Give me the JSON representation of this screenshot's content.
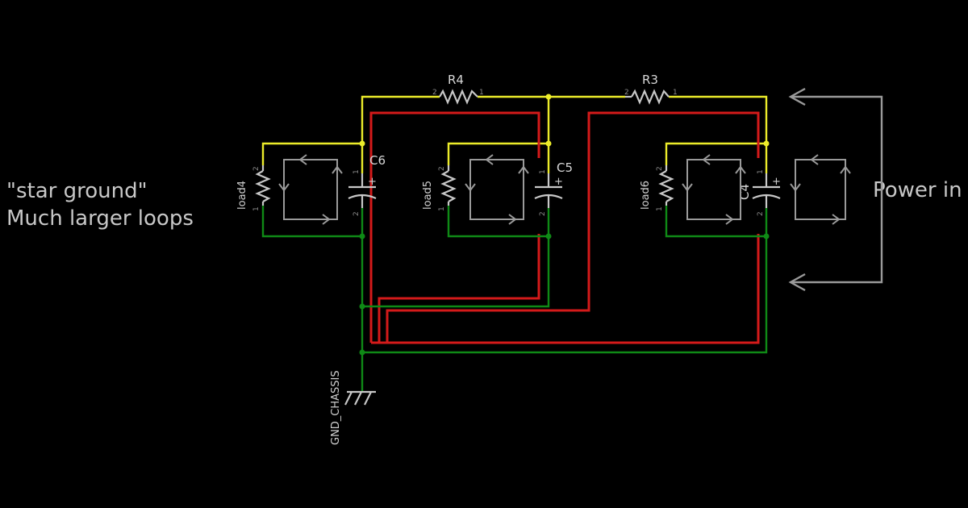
{
  "annotations": {
    "line1": "\"star ground\"",
    "line2": "Much larger loops",
    "power_in": "Power in"
  },
  "components": {
    "r4": {
      "name": "R4",
      "pin_a": "2",
      "pin_b": "1"
    },
    "r3": {
      "name": "R3",
      "pin_a": "2",
      "pin_b": "1"
    },
    "load4": {
      "name": "load4",
      "pin_top": "2",
      "pin_bottom": "1"
    },
    "load5": {
      "name": "load5",
      "pin_top": "2",
      "pin_bottom": "1"
    },
    "load6": {
      "name": "load6",
      "pin_top": "2",
      "pin_bottom": "1"
    },
    "c6": {
      "name": "C6",
      "pin_top": "1",
      "pin_bottom": "2",
      "polarity": "+"
    },
    "c5": {
      "name": "C5",
      "pin_top": "1",
      "pin_bottom": "2",
      "polarity": "+"
    },
    "c4": {
      "name": "C4",
      "pin_top": "1",
      "pin_bottom": "2",
      "polarity": "+"
    },
    "gnd": {
      "name": "GND_CHASSIS"
    }
  },
  "colors": {
    "background": "#000000",
    "supply_wire": "#ecec2a",
    "return_wire": "#d41a1a",
    "ground_wire": "#0f8a16",
    "symbol": "#c8c8c8",
    "loop_arrows": "#9a9a9a"
  }
}
